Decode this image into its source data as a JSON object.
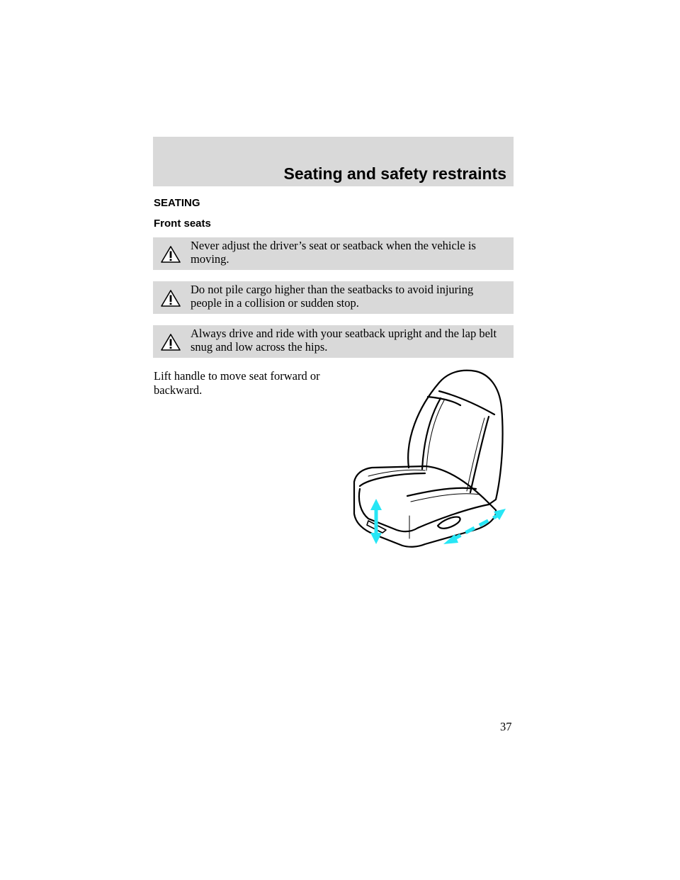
{
  "header": {
    "title": "Seating and safety restraints"
  },
  "section": {
    "heading": "SEATING",
    "subheading": "Front seats"
  },
  "warnings": [
    {
      "icon": "warning-triangle-icon",
      "text": "Never adjust the driver’s seat or seatback when the vehicle is moving."
    },
    {
      "icon": "warning-triangle-icon",
      "text": "Do not pile cargo higher than the seatbacks to avoid injuring people in a collision or sudden stop."
    },
    {
      "icon": "warning-triangle-icon",
      "text": "Always drive and ride with your seatback upright and the lap belt snug and low across the hips."
    }
  ],
  "instruction": "Lift handle to move seat forward or backward.",
  "illustration": {
    "name": "front-seat",
    "arrow_color": "#27e6f5"
  },
  "page_number": "37"
}
